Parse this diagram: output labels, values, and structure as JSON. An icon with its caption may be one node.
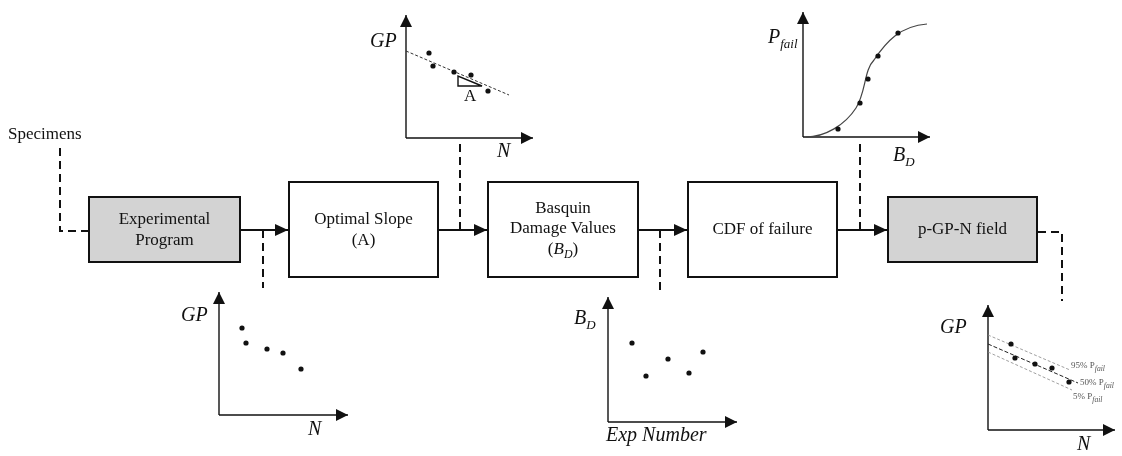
{
  "diagram": {
    "nodes": [
      {
        "text": [
          "Specimens"
        ]
      },
      {
        "text": [
          "Experimental Program"
        ]
      },
      {
        "text": [
          "Optimal Slope (A)"
        ]
      },
      {
        "text": [
          "Basquin Damage Values (*B*$_{D}$)"
        ]
      },
      {
        "text": [
          "CDF of failure"
        ]
      },
      {
        "text": [
          "p-GP-N field"
        ]
      },
      {
        "text": [],
        "shape": "picture"
      },
      {
        "text": [],
        "shape": "picture"
      },
      {
        "text": [],
        "shape": "picture"
      },
      {
        "text": [],
        "shape": "picture"
      },
      {
        "text": [],
        "shape": "picture"
      }
    ],
    "edges": [
      {
        "from": 0,
        "to": 1,
        "arrow": "none",
        "style": "dashed"
      },
      {
        "from": 1,
        "to": 2,
        "arrow": "to"
      },
      {
        "from": 2,
        "to": 3,
        "arrow": "to"
      },
      {
        "from": 3,
        "to": 4,
        "arrow": "to"
      },
      {
        "from": 4,
        "to": 5,
        "arrow": "to"
      },
      {
        "from": null,
        "to": 6,
        "arrow": "none",
        "style": "dashed"
      },
      {
        "from": null,
        "to": 7,
        "arrow": "none",
        "style": "dashed"
      },
      {
        "from": null,
        "to": 8,
        "arrow": "none",
        "style": "dashed"
      },
      {
        "from": null,
        "to": 9,
        "arrow": "none",
        "style": "dashed"
      },
      {
        "from": 5,
        "to": 10,
        "arrow": "none",
        "style": "dashed"
      }
    ],
    "labels": [
      "P$_{fail}$",
      "GP",
      "A",
      "N",
      "B$_{D}$",
      "GP",
      "B$_{D}$",
      "GP",
      "95% P$_{fail}$",
      "50% P$_{fail}$",
      "5% P$_{fail}$",
      "N",
      "Exp Number",
      "N"
    ]
  }
}
